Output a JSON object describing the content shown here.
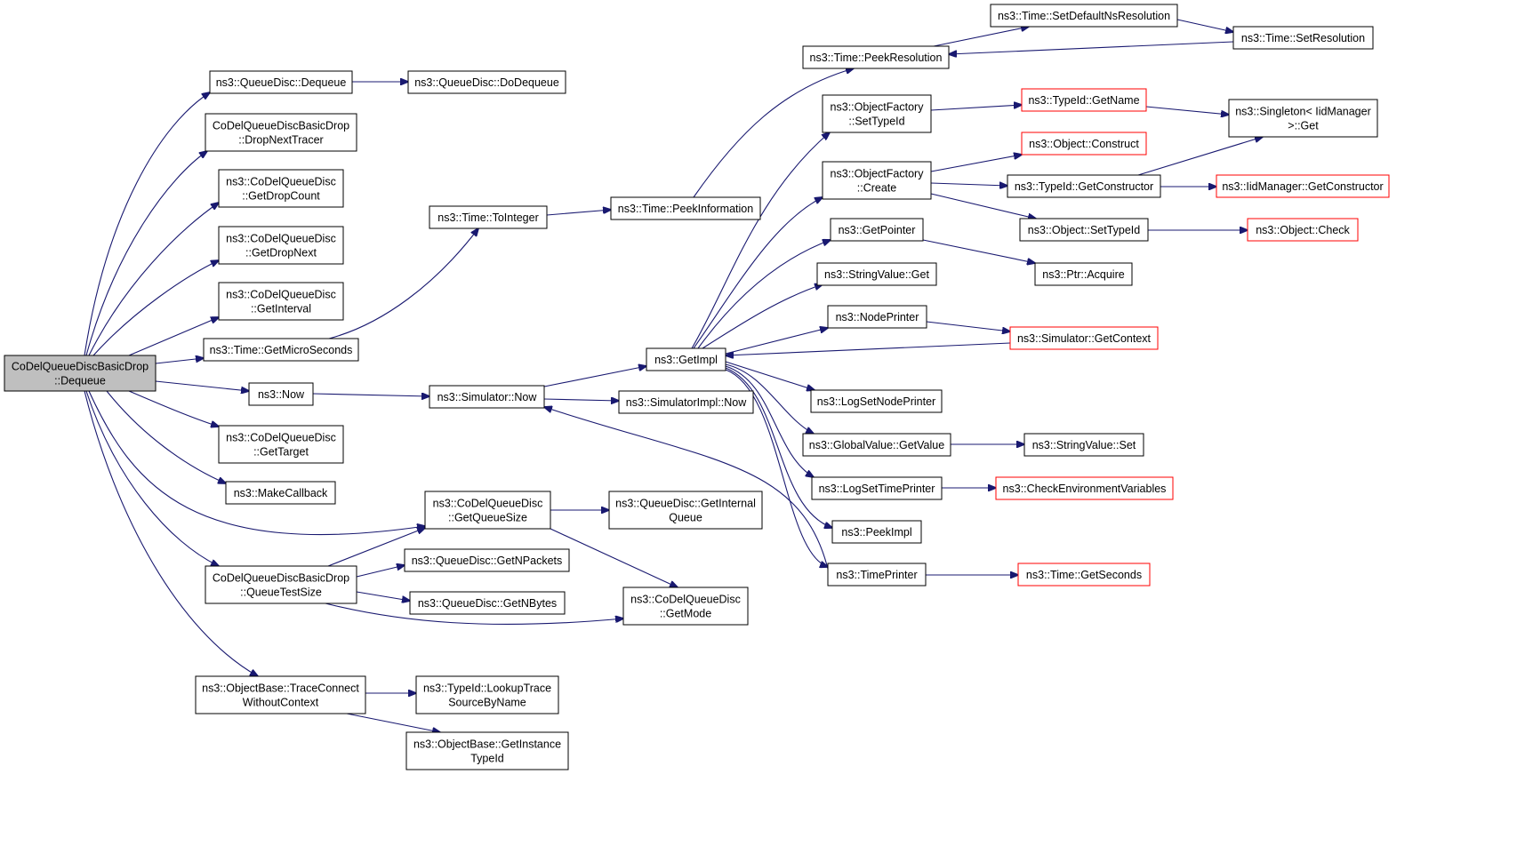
{
  "graph": {
    "nodes": {
      "root": {
        "lines": [
          "CoDelQueueDiscBasicDrop",
          "::Dequeue"
        ]
      },
      "qd_dequeue": {
        "lines": [
          "ns3::QueueDisc::Dequeue"
        ]
      },
      "qd_dodequeue": {
        "lines": [
          "ns3::QueueDisc::DoDequeue"
        ]
      },
      "dropnexttracer": {
        "lines": [
          "CoDelQueueDiscBasicDrop",
          "::DropNextTracer"
        ]
      },
      "getdropcount": {
        "lines": [
          "ns3::CoDelQueueDisc",
          "::GetDropCount"
        ]
      },
      "getdropnext": {
        "lines": [
          "ns3::CoDelQueueDisc",
          "::GetDropNext"
        ]
      },
      "getinterval": {
        "lines": [
          "ns3::CoDelQueueDisc",
          "::GetInterval"
        ]
      },
      "getmicroseconds": {
        "lines": [
          "ns3::Time::GetMicroSeconds"
        ]
      },
      "now": {
        "lines": [
          "ns3::Now"
        ]
      },
      "gettarget": {
        "lines": [
          "ns3::CoDelQueueDisc",
          "::GetTarget"
        ]
      },
      "makecallback": {
        "lines": [
          "ns3::MakeCallback"
        ]
      },
      "getqueuesize": {
        "lines": [
          "ns3::CoDelQueueDisc",
          "::GetQueueSize"
        ]
      },
      "queuetestsize": {
        "lines": [
          "CoDelQueueDiscBasicDrop",
          "::QueueTestSize"
        ]
      },
      "traceconnect": {
        "lines": [
          "ns3::ObjectBase::TraceConnect",
          "WithoutContext"
        ]
      },
      "tointeger": {
        "lines": [
          "ns3::Time::ToInteger"
        ]
      },
      "peekinformation": {
        "lines": [
          "ns3::Time::PeekInformation"
        ]
      },
      "simnow": {
        "lines": [
          "ns3::Simulator::Now"
        ]
      },
      "simimplnow": {
        "lines": [
          "ns3::SimulatorImpl::Now"
        ]
      },
      "getimpl": {
        "lines": [
          "ns3::GetImpl"
        ]
      },
      "getinternalqueue": {
        "lines": [
          "ns3::QueueDisc::GetInternal",
          "Queue"
        ]
      },
      "getnpackets": {
        "lines": [
          "ns3::QueueDisc::GetNPackets"
        ]
      },
      "getnbytes": {
        "lines": [
          "ns3::QueueDisc::GetNBytes"
        ]
      },
      "getmode": {
        "lines": [
          "ns3::CoDelQueueDisc",
          "::GetMode"
        ]
      },
      "lookuptrace": {
        "lines": [
          "ns3::TypeId::LookupTrace",
          "SourceByName"
        ]
      },
      "getinstancetypeid": {
        "lines": [
          "ns3::ObjectBase::GetInstance",
          "TypeId"
        ]
      },
      "peekresolution": {
        "lines": [
          "ns3::Time::PeekResolution"
        ]
      },
      "setdefaultns": {
        "lines": [
          "ns3::Time::SetDefaultNsResolution"
        ]
      },
      "setresolution": {
        "lines": [
          "ns3::Time::SetResolution"
        ]
      },
      "of_settypeid": {
        "lines": [
          "ns3::ObjectFactory",
          "::SetTypeId"
        ]
      },
      "of_create": {
        "lines": [
          "ns3::ObjectFactory",
          "::Create"
        ]
      },
      "getpointer": {
        "lines": [
          "ns3::GetPointer"
        ]
      },
      "stringvalue_get": {
        "lines": [
          "ns3::StringValue::Get"
        ]
      },
      "nodeprinter": {
        "lines": [
          "ns3::NodePrinter"
        ]
      },
      "logsetnodeprinter": {
        "lines": [
          "ns3::LogSetNodePrinter"
        ]
      },
      "gv_getvalue": {
        "lines": [
          "ns3::GlobalValue::GetValue"
        ]
      },
      "logsettimeprinter": {
        "lines": [
          "ns3::LogSetTimePrinter"
        ]
      },
      "peekimpl": {
        "lines": [
          "ns3::PeekImpl"
        ]
      },
      "timeprinter": {
        "lines": [
          "ns3::TimePrinter"
        ]
      },
      "typeid_getname": {
        "lines": [
          "ns3::TypeId::GetName"
        ]
      },
      "object_construct": {
        "lines": [
          "ns3::Object::Construct"
        ]
      },
      "typeid_getconstructor": {
        "lines": [
          "ns3::TypeId::GetConstructor"
        ]
      },
      "object_settypeid": {
        "lines": [
          "ns3::Object::SetTypeId"
        ]
      },
      "ptr_acquire": {
        "lines": [
          "ns3::Ptr::Acquire"
        ]
      },
      "sim_getcontext": {
        "lines": [
          "ns3::Simulator::GetContext"
        ]
      },
      "stringvalue_set": {
        "lines": [
          "ns3::StringValue::Set"
        ]
      },
      "checkenv": {
        "lines": [
          "ns3::CheckEnvironmentVariables"
        ]
      },
      "time_getseconds": {
        "lines": [
          "ns3::Time::GetSeconds"
        ]
      },
      "singleton_get": {
        "lines": [
          "ns3::Singleton< IidManager",
          ">::Get"
        ]
      },
      "iid_getconstructor": {
        "lines": [
          "ns3::IidManager::GetConstructor"
        ]
      },
      "object_check": {
        "lines": [
          "ns3::Object::Check"
        ]
      }
    },
    "colors": {
      "edge": "#191970",
      "border": "#000000",
      "truncated_border": "#ff0000",
      "root_fill": "#bfbfbf"
    }
  }
}
